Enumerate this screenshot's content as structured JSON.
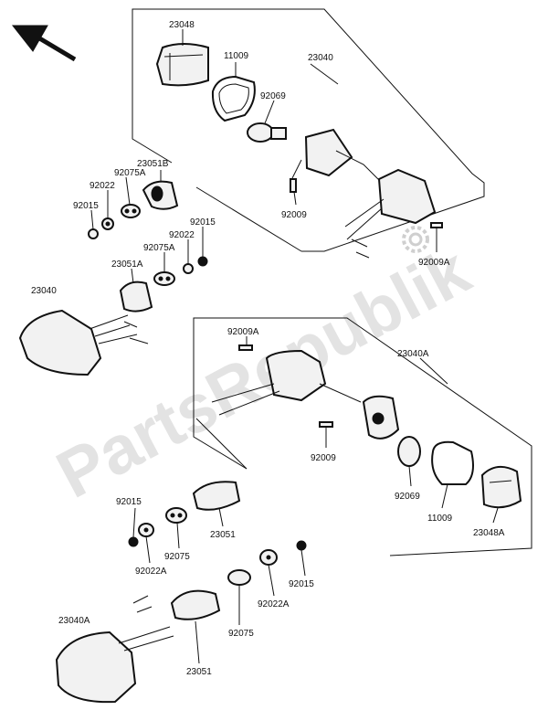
{
  "watermark": "PartsRepublik",
  "parts": [
    {
      "id": "p1",
      "number": "23048"
    },
    {
      "id": "p2",
      "number": "11009"
    },
    {
      "id": "p3",
      "number": "23040"
    },
    {
      "id": "p4",
      "number": "92069"
    },
    {
      "id": "p5",
      "number": "23051B"
    },
    {
      "id": "p6",
      "number": "92075A"
    },
    {
      "id": "p7",
      "number": "92022"
    },
    {
      "id": "p8",
      "number": "92015"
    },
    {
      "id": "p9",
      "number": "92009"
    },
    {
      "id": "p10",
      "number": "92015"
    },
    {
      "id": "p11",
      "number": "92022"
    },
    {
      "id": "p12",
      "number": "92075A"
    },
    {
      "id": "p13",
      "number": "23051A"
    },
    {
      "id": "p14",
      "number": "23040"
    },
    {
      "id": "p15",
      "number": "92009A"
    },
    {
      "id": "p16",
      "number": "92009A"
    },
    {
      "id": "p17",
      "number": "23040A"
    },
    {
      "id": "p18",
      "number": "92009"
    },
    {
      "id": "p19",
      "number": "92069"
    },
    {
      "id": "p20",
      "number": "11009"
    },
    {
      "id": "p21",
      "number": "23048A"
    },
    {
      "id": "p22",
      "number": "92015"
    },
    {
      "id": "p23",
      "number": "23051"
    },
    {
      "id": "p24",
      "number": "92075"
    },
    {
      "id": "p25",
      "number": "92022A"
    },
    {
      "id": "p26",
      "number": "92015"
    },
    {
      "id": "p27",
      "number": "92022A"
    },
    {
      "id": "p28",
      "number": "23040A"
    },
    {
      "id": "p29",
      "number": "92075"
    },
    {
      "id": "p30",
      "number": "23051"
    }
  ]
}
